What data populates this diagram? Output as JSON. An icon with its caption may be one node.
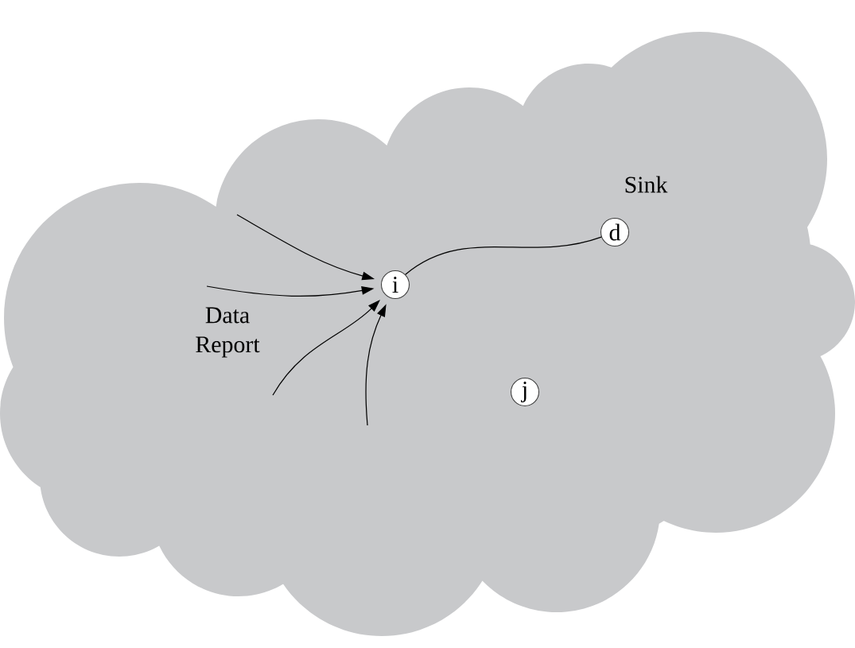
{
  "diagram": {
    "nodes": [
      {
        "text": [],
        "shape": "cloud"
      },
      {
        "text": [
          "i"
        ],
        "in": 0
      },
      {
        "text": [
          "d"
        ],
        "in": 0,
        "beside": [
          "Sink"
        ]
      },
      {
        "text": [
          "j"
        ],
        "in": 0
      }
    ],
    "edges": [
      {
        "from": null,
        "to": 1,
        "arrow": "to"
      },
      {
        "from": null,
        "to": 1,
        "arrow": "to"
      },
      {
        "from": null,
        "to": 1,
        "arrow": "to"
      },
      {
        "from": null,
        "to": 1,
        "arrow": "to"
      },
      {
        "from": 1,
        "to": 2,
        "arrow": "none"
      }
    ],
    "labels": [
      "Data Report"
    ]
  }
}
